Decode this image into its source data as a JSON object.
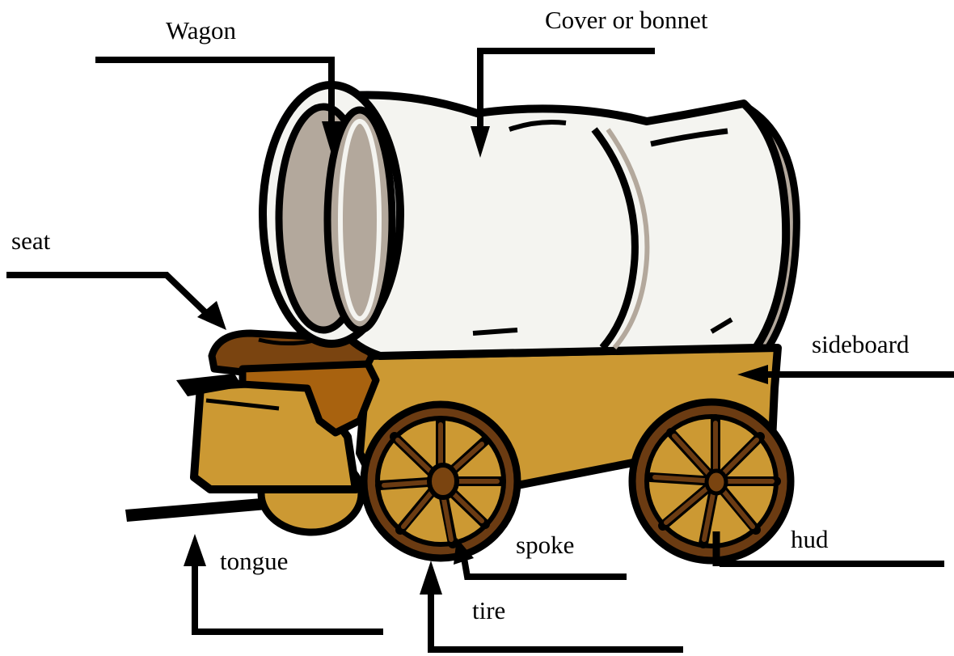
{
  "labels": {
    "wagon": "Wagon",
    "cover": "Cover or bonnet",
    "seat": "seat",
    "sideboard": "sideboard",
    "spoke": "spoke",
    "hud": "hud",
    "tongue": "tongue",
    "tire": "tire"
  },
  "colors": {
    "cover_fill": "#f4f4f0",
    "cover_shadow": "#b3a89c",
    "wagon_box": "#cc9933",
    "seat": "#7a4410",
    "seat_dark": "#5a2e08",
    "wheel_rim": "#6b3b12",
    "wheel_fill": "#cc9933",
    "outline": "#000000"
  }
}
